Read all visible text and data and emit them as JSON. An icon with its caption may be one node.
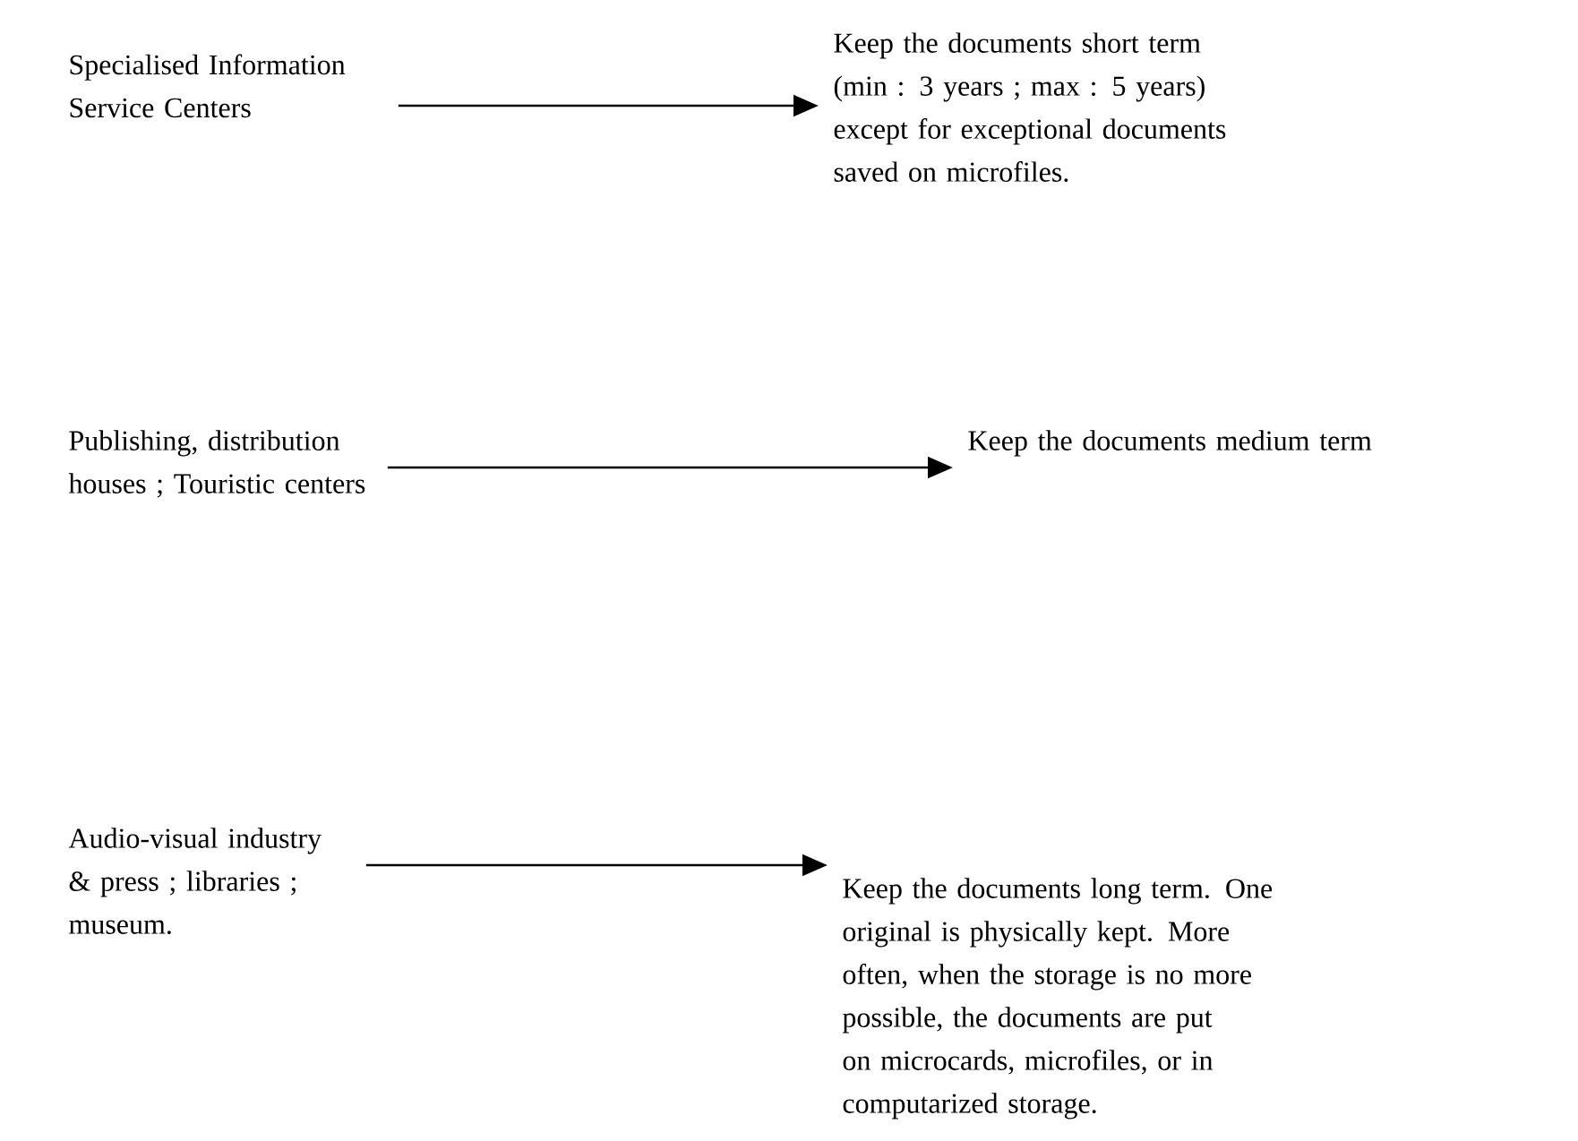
{
  "diagram": {
    "nodes": [
      {
        "text": [
          "Specialised Information Service Centers"
        ]
      },
      {
        "text": [
          "Keep the documents  short term (min : 3 years ; max : 5 years) except for exceptional documents saved on microfiles."
        ]
      },
      {
        "text": [
          "Publishing, distribution houses ; Touristic centers"
        ]
      },
      {
        "text": [
          "Keep the documents  medium term"
        ]
      },
      {
        "text": [
          "Audio-visual industry & press ; libraries ; museum."
        ]
      },
      {
        "text": [
          "Keep the documents  long term. One original is physically kept. More often,  when the storage is no more possible, the documents are put on microcards, microfiles, or in computarized storage."
        ]
      }
    ],
    "edges": [
      {
        "from": 0,
        "to": 1,
        "arrow": "to"
      },
      {
        "from": 2,
        "to": 3,
        "arrow": "to"
      },
      {
        "from": 4,
        "to": 5,
        "arrow": "to"
      }
    ]
  }
}
